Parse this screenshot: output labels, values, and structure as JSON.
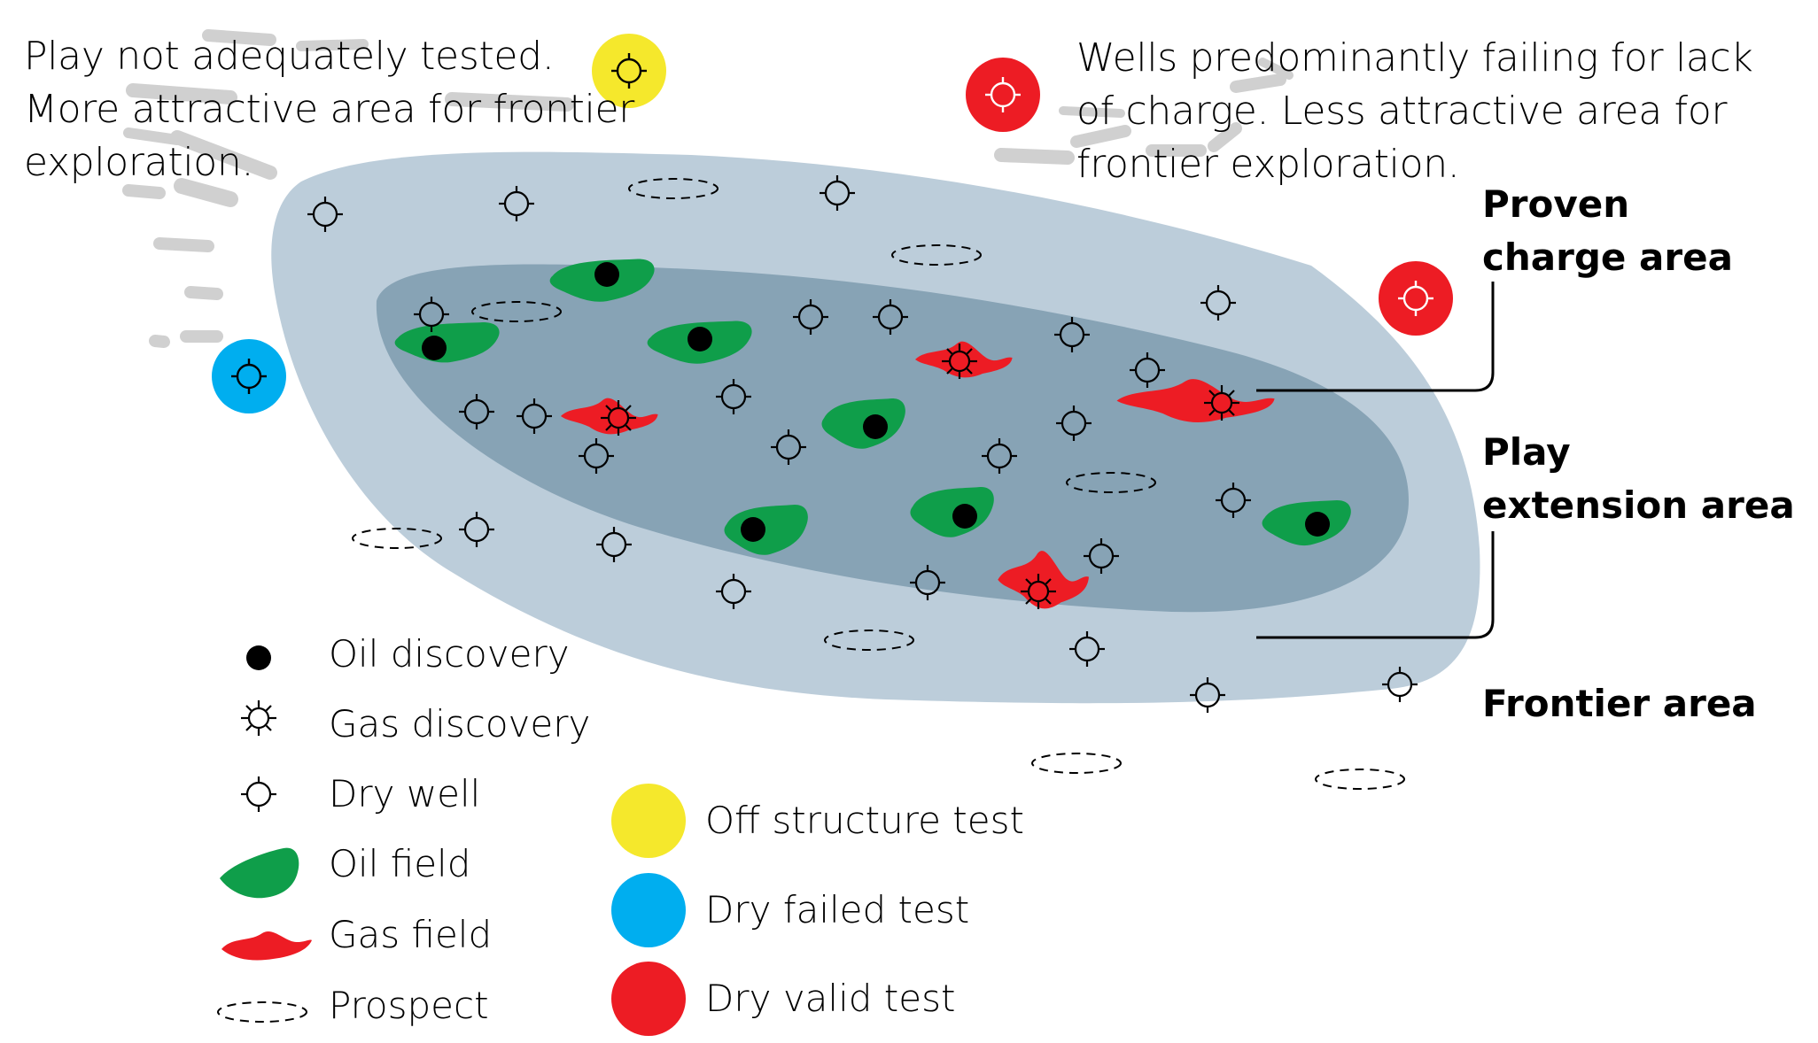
{
  "notes": {
    "left": [
      "Play not adequately tested.",
      "More attractive area for frontier",
      "exploration."
    ],
    "right": [
      "Wells predominantly failing for lack",
      "of charge. Less attractive area for",
      "frontier exploration."
    ]
  },
  "areas": {
    "proven": [
      "Proven",
      "charge area"
    ],
    "extension": [
      "Play",
      "extension area"
    ],
    "frontier": [
      "Frontier area"
    ]
  },
  "legend": {
    "oil_discovery": "Oil discovery",
    "gas_discovery": "Gas discovery",
    "dry_well": "Dry well",
    "oil_field": "Oil field",
    "gas_field": "Gas field",
    "prospect": "Prospect",
    "off_structure": "Off structure test",
    "dry_failed": "Dry failed test",
    "dry_valid": "Dry valid test"
  },
  "colors": {
    "outer_area": "#bccdda",
    "inner_area": "#87a3b5",
    "oil": "#0f9e4a",
    "gas": "#ed1c24",
    "off_structure": "#f5e82c",
    "dry_failed": "#00aeef",
    "dry_valid": "#ed1c24",
    "smudge": "#d0d0d0"
  },
  "icons": [
    "dry-well-icon",
    "gas-discovery-icon",
    "oil-discovery-icon",
    "prospect-icon",
    "oil-field-icon",
    "gas-field-icon"
  ]
}
